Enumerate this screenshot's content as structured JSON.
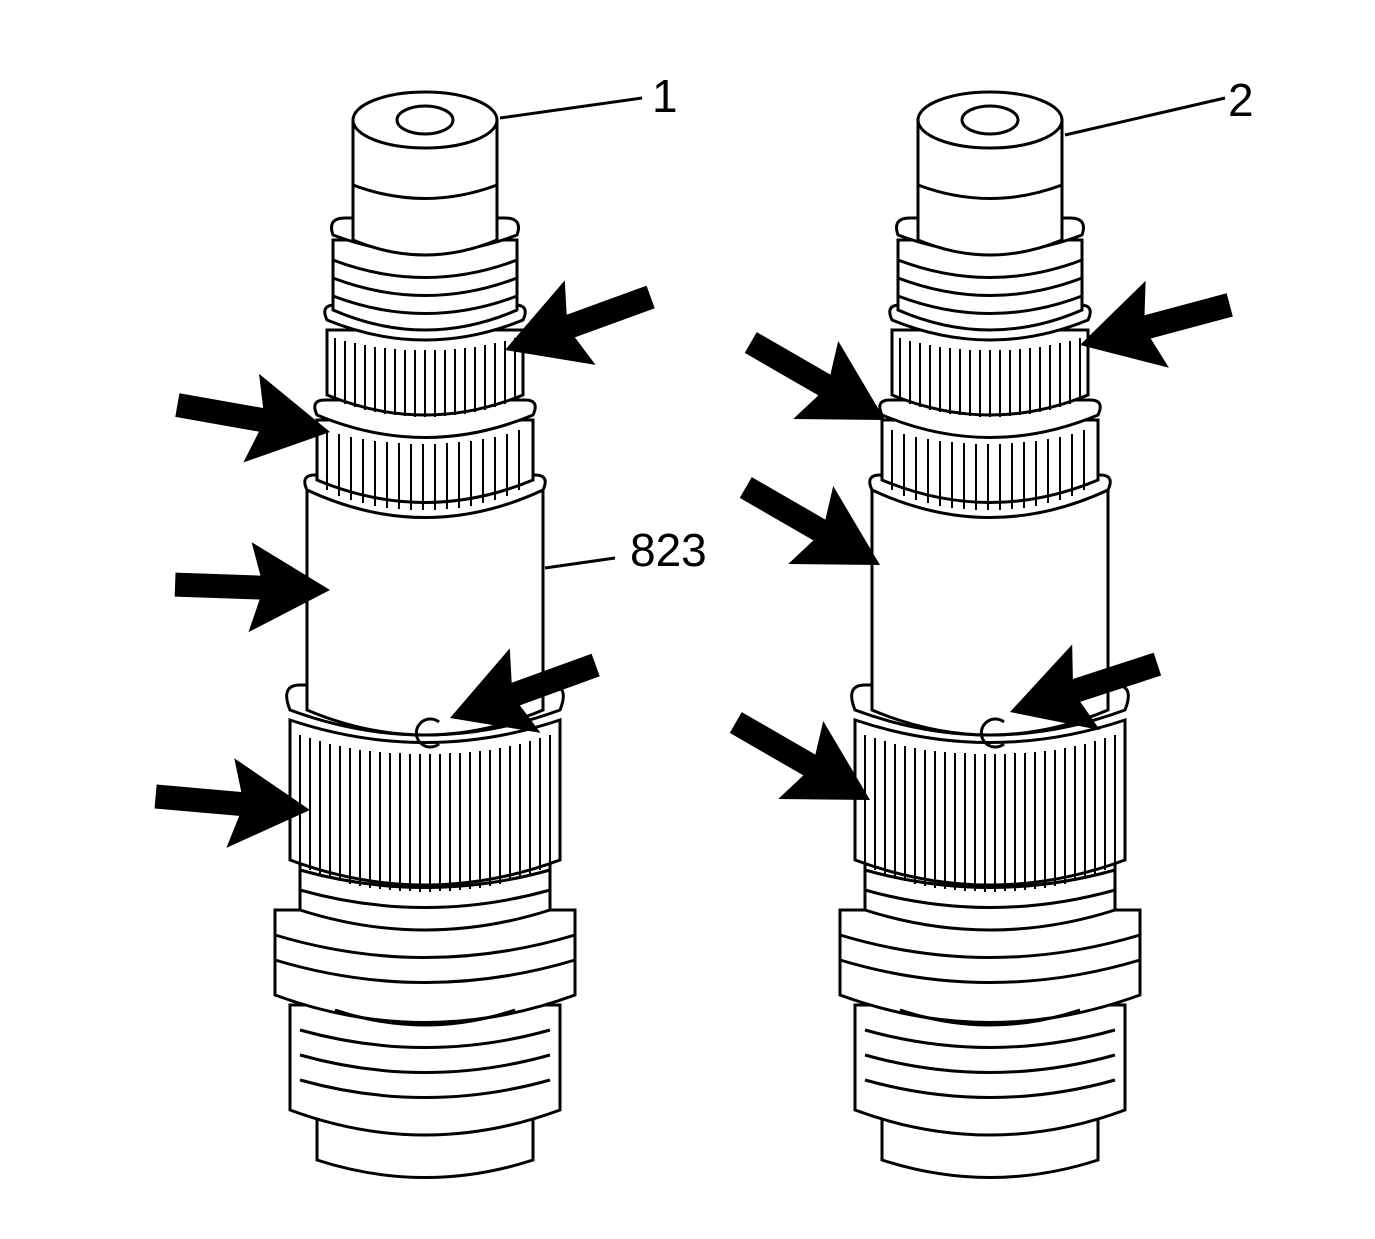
{
  "diagram": {
    "callouts": {
      "part_1": "1",
      "part_2": "2",
      "ref_823": "823"
    },
    "colors": {
      "line": "#000000",
      "fill": "#ffffff"
    },
    "icons": {
      "arrow": "solid-arrow-icon"
    }
  }
}
